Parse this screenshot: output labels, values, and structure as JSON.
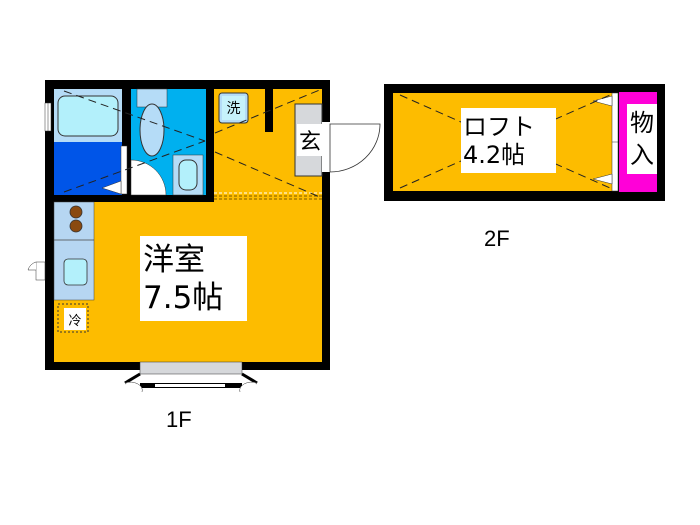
{
  "floor1": {
    "floor_label": "1F",
    "main_room": {
      "name": "洋室",
      "size": "7.5帖"
    },
    "entrance": "玄",
    "washer": "洗",
    "fridge": "冷",
    "rooms": [
      "unit-bath",
      "toilet",
      "kitchen",
      "entrance",
      "western-room"
    ]
  },
  "floor2": {
    "floor_label": "2F",
    "loft": {
      "name": "ロフト",
      "size": "4.2帖"
    },
    "storage": "物入"
  },
  "colors": {
    "room_floor": "#fdbc00",
    "bath_dark": "#0055e8",
    "bath_light": "#b5dcf7",
    "toilet_blue": "#00b0ef",
    "fixture_light": "#b3f0fb",
    "storage_magenta": "#ff00d8",
    "wall": "#000000",
    "counter": "#b6d6f2",
    "stove": "#8a4a10",
    "closet_gray": "#d6d8db"
  }
}
